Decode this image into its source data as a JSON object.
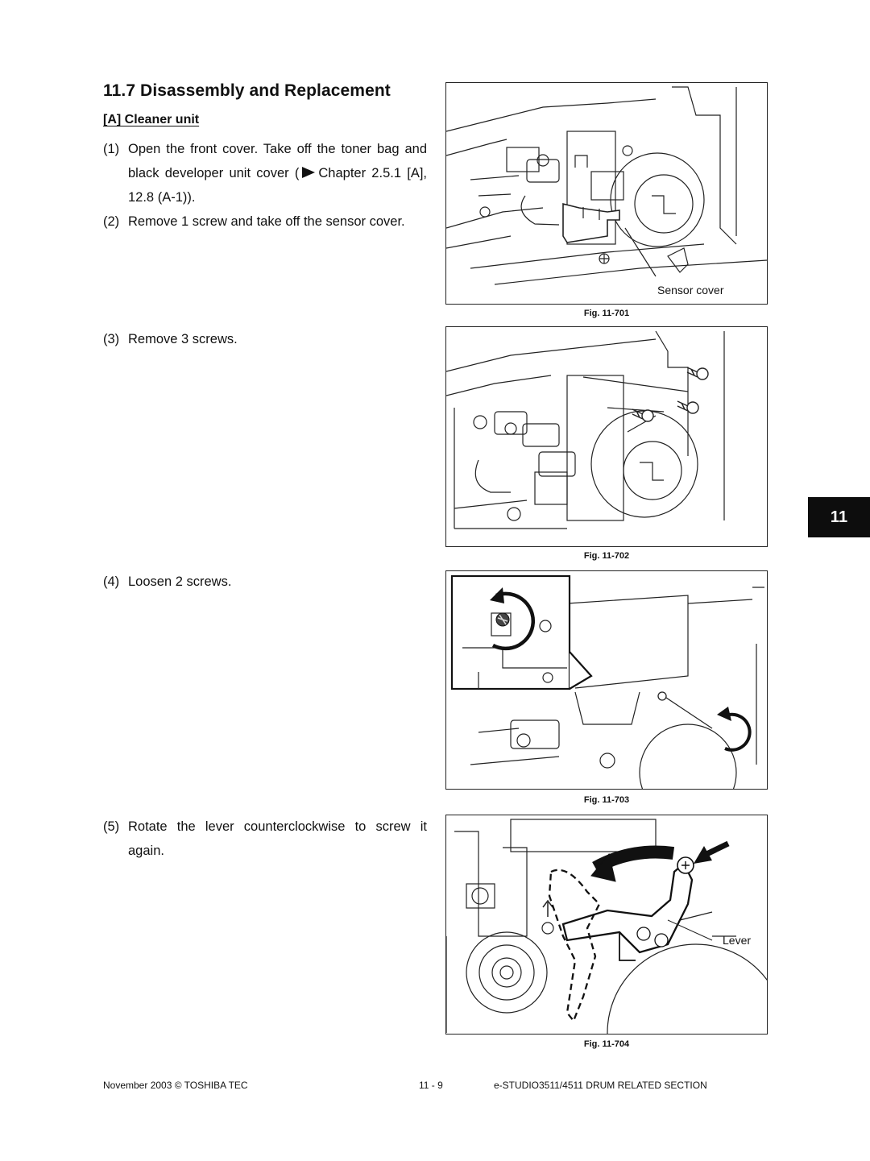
{
  "heading": "11.7  Disassembly and Replacement",
  "subheading": "[A] Cleaner unit",
  "steps": [
    {
      "num": "(1)",
      "pre": "Open the front cover. Take off the toner bag and black developer unit cover (",
      "post": "Chapter 2.5.1 [A], 12.8 (A-1))."
    },
    {
      "num": "(2)",
      "text": "Remove 1 screw and take off the sensor cover."
    },
    {
      "num": "(3)",
      "text": "Remove 3 screws."
    },
    {
      "num": "(4)",
      "text": "Loosen 2 screws."
    },
    {
      "num": "(5)",
      "text": "Rotate the lever counterclockwise to screw it again."
    }
  ],
  "figures": [
    {
      "caption": "Fig. 11-701",
      "callout": "Sensor cover"
    },
    {
      "caption": "Fig. 11-702"
    },
    {
      "caption": "Fig. 11-703"
    },
    {
      "caption": "Fig. 11-704",
      "callout": "Lever"
    }
  ],
  "chapter_tab": "11",
  "footer": {
    "left": "November 2003 © TOSHIBA TEC",
    "center": "11 - 9",
    "right": "e-STUDIO3511/4511  DRUM RELATED SECTION"
  }
}
